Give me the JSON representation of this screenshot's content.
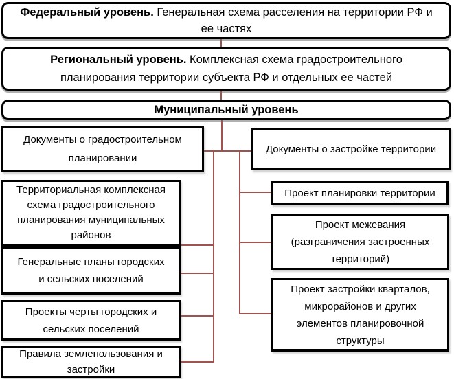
{
  "colors": {
    "connector": "#a0524e",
    "box_border": "#000000",
    "background": "#ffffff",
    "text": "#000000"
  },
  "levels": [
    {
      "bold": "Федеральный уровень.",
      "rest": "Генеральная схема расселения на территории РФ и\nее частях"
    },
    {
      "bold": "Региональный уровень.",
      "rest": "Комплексная схема градостроительного\nпланирования территории субъекта РФ и отдельных ее частей"
    },
    {
      "bold": "Муниципальный уровень",
      "rest": ""
    }
  ],
  "left_column": {
    "header": "Документы о градостроительном\nпланировании",
    "items": [
      "Территориальная комплексная\nсхема градостроительного\nпланирования муниципальных\nрайонов",
      "Генеральные планы городских\nи сельских поселений",
      "Проекты черты городских и\nсельских поселений",
      "Правила землепользования и\nзастройки"
    ]
  },
  "right_column": {
    "header": "Документы о застройке территории",
    "items": [
      "Проект планировки территории",
      "Проект межевания\n(разграничения застроенных\nтерриторий)",
      "Проект застройки кварталов,\nмикрорайонов и других\nэлементов планировочной\nструктуры"
    ]
  }
}
